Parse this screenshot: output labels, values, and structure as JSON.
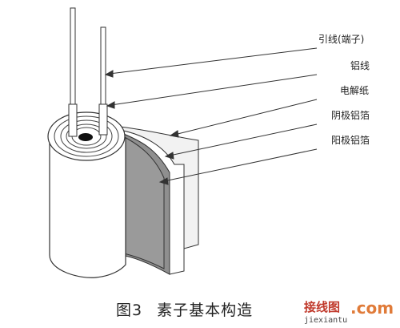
{
  "labels": {
    "lead": "引线(端子)",
    "aluminum_wire": "铝线",
    "electrolytic_paper": "电解纸",
    "cathode_foil": "阴极铝箔",
    "anode_foil": "阳极铝箔"
  },
  "caption": {
    "number": "图3",
    "title": "素子基本构造"
  },
  "watermark": {
    "brand": "接线图",
    "domain": ".com",
    "sub": "jiexiantu"
  }
}
